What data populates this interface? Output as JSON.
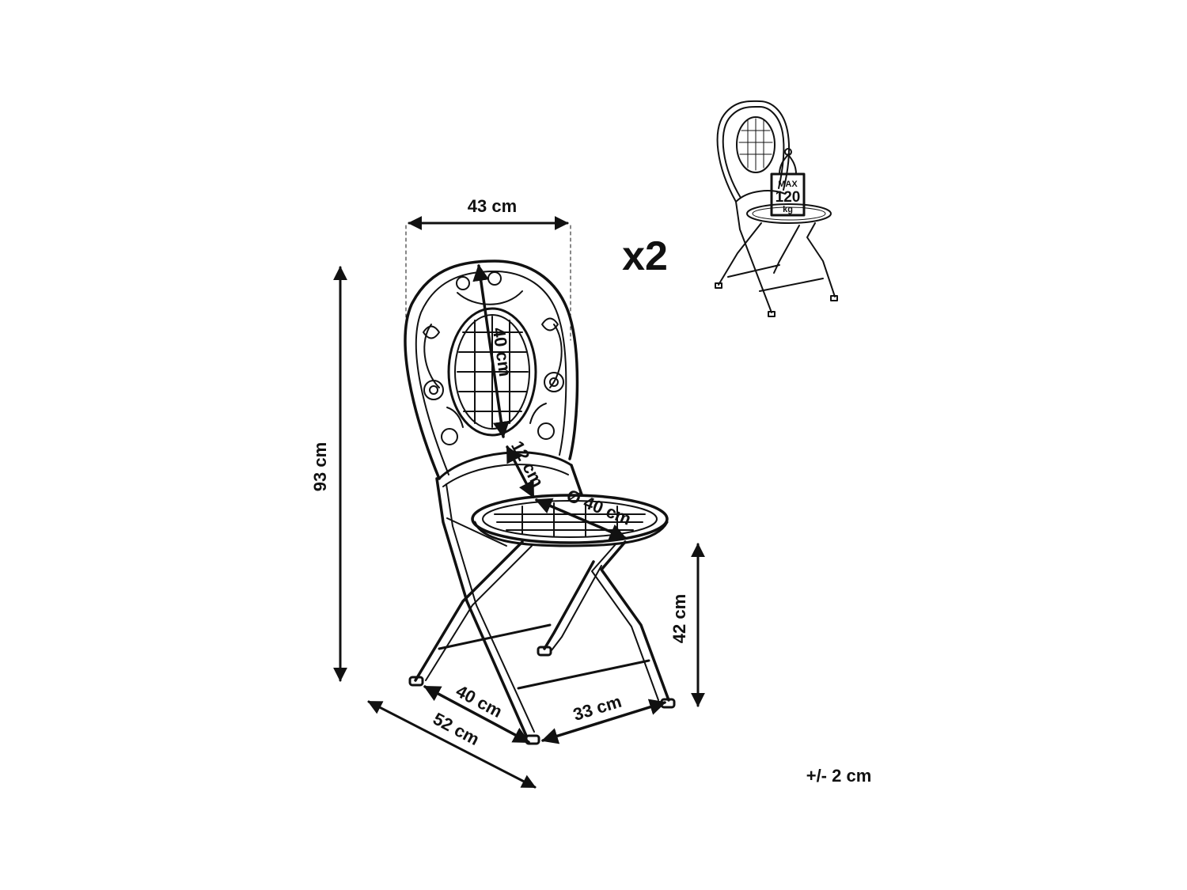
{
  "dimensions": {
    "width_top": "43 cm",
    "height_total": "93 cm",
    "backrest_height": "40 cm",
    "backrest_gap": "12 cm",
    "seat_diameter": "Ø 40 cm",
    "seat_height": "42 cm",
    "front_depth": "40 cm",
    "total_depth": "52 cm",
    "leg_width": "33 cm"
  },
  "quantity": "x2",
  "tolerance": "+/- 2 cm",
  "load_badge": {
    "line1": "MAX",
    "line2": "120",
    "line3": "kg"
  },
  "colors": {
    "ink": "#111111",
    "background": "#ffffff"
  }
}
